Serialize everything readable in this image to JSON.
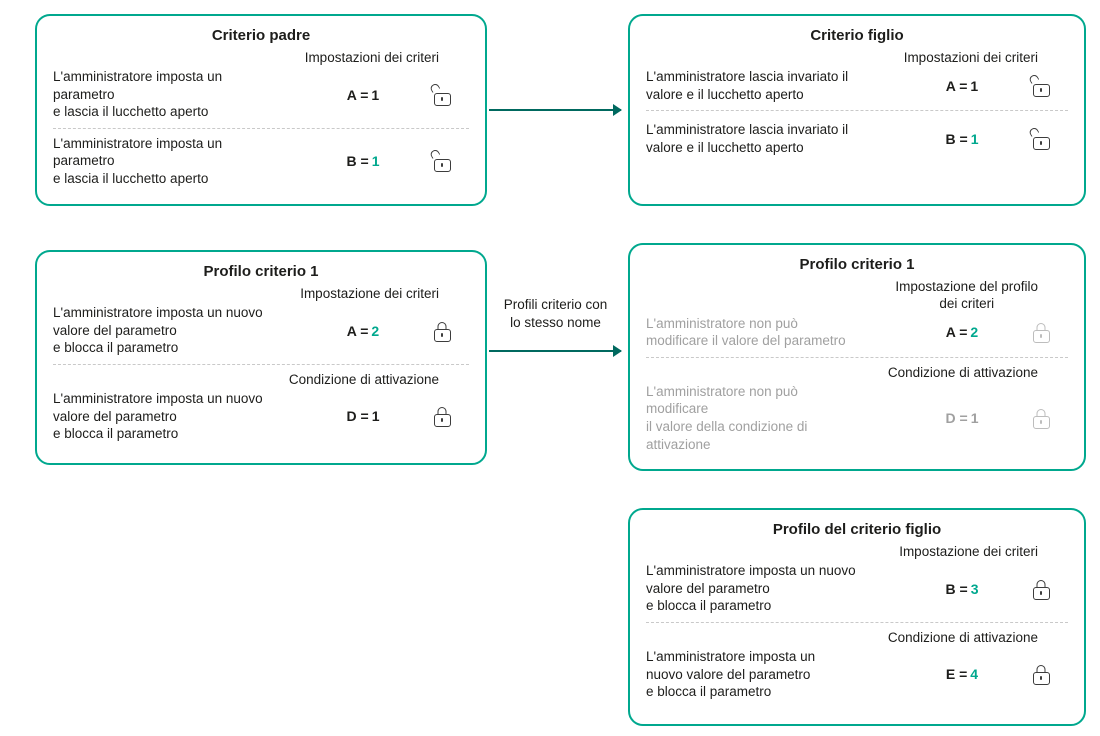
{
  "colors": {
    "box_border": "#00a88e",
    "accent": "#00a88e",
    "arrow": "#00695f",
    "text": "#1d1d1b",
    "muted": "#a0a0a0"
  },
  "arrows": [
    {
      "label": ""
    },
    {
      "label": "Profili criterio con\nlo stesso nome"
    }
  ],
  "boxes": [
    {
      "title": "Criterio padre",
      "rows": [
        {
          "section": "Impostazioni dei criteri",
          "desc": "L'amministratore imposta un\nparametro\n e lascia il lucchetto aperto",
          "label": "A =",
          "value": "1",
          "value_class": "plain",
          "lock": "open",
          "lock_muted": false
        },
        {
          "desc": "L'amministratore imposta un\nparametro\n e lascia il lucchetto aperto",
          "label": "B =",
          "value": "1",
          "value_class": "accent",
          "lock": "open",
          "lock_muted": false
        }
      ]
    },
    {
      "title": "Criterio figlio",
      "rows": [
        {
          "section": "Impostazioni dei criteri",
          "desc": "L'amministratore lascia invariato il\nvalore e il lucchetto aperto",
          "label": "A =",
          "value": "1",
          "value_class": "plain",
          "lock": "open",
          "lock_muted": false
        },
        {
          "desc": "L'amministratore lascia invariato il\nvalore e il lucchetto aperto",
          "label": "B =",
          "value": "1",
          "value_class": "accent",
          "lock": "open",
          "lock_muted": false
        }
      ]
    },
    {
      "title": "Profilo criterio 1",
      "rows": [
        {
          "section": "Impostazione dei criteri",
          "desc": "L'amministratore imposta un nuovo\nvalore del parametro\n e blocca il parametro",
          "label": "A =",
          "value": "2",
          "value_class": "accent",
          "lock": "closed",
          "lock_muted": false
        },
        {
          "section": "Condizione di attivazione",
          "desc": "L'amministratore imposta un nuovo\nvalore del parametro\n e blocca il parametro",
          "label": "D =",
          "value": "1",
          "value_class": "plain",
          "lock": "closed",
          "lock_muted": false
        }
      ]
    },
    {
      "title": "Profilo criterio 1",
      "rows": [
        {
          "section": "Impostazione del profilo\ndei criteri",
          "desc": "L'amministratore non può\nmodificare il valore del parametro",
          "desc_muted": true,
          "label": "A =",
          "value": "2",
          "value_class": "accent",
          "lock": "closed",
          "lock_muted": true
        },
        {
          "section": "Condizione di attivazione",
          "desc": "L'amministratore non può\nmodificare\n il valore della condizione di\nattivazione",
          "desc_muted": true,
          "label": "D =",
          "label_muted": true,
          "value": "1",
          "value_class": "muted",
          "lock": "closed",
          "lock_muted": true
        }
      ]
    },
    {
      "title": "Profilo del criterio figlio",
      "rows": [
        {
          "section": "Impostazione dei criteri",
          "desc": "L'amministratore imposta un nuovo\nvalore del parametro\n e blocca il parametro",
          "label": "B =",
          "value": "3",
          "value_class": "accent",
          "lock": "closed",
          "lock_muted": false
        },
        {
          "section": "Condizione di attivazione",
          "desc": "L'amministratore imposta un\nnuovo valore del parametro\n e blocca il parametro",
          "label": "E =",
          "value": "4",
          "value_class": "accent",
          "lock": "closed",
          "lock_muted": false
        }
      ]
    }
  ]
}
